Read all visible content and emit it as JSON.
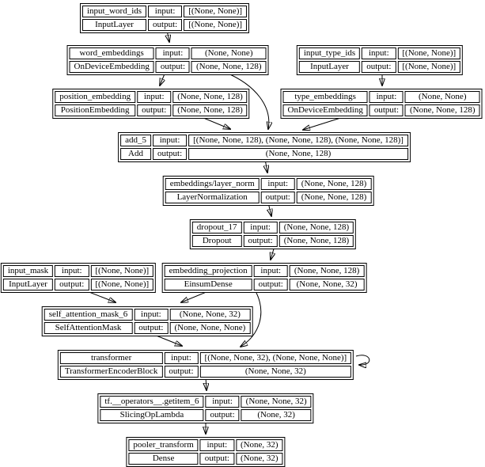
{
  "diagram_type": "keras-model-architecture",
  "colors": {
    "background": "#ffffff",
    "node_fill": "#ffffff",
    "node_border": "#000000",
    "edge": "#000000",
    "text": "#000000"
  },
  "labels": {
    "input": "input:",
    "output": "output:"
  },
  "nodes": [
    {
      "name": "input_word_ids",
      "class": "InputLayer",
      "input_shape": "[(None, None)]",
      "output_shape": "[(None, None)]"
    },
    {
      "name": "word_embeddings",
      "class": "OnDeviceEmbedding",
      "input_shape": "(None, None)",
      "output_shape": "(None, None, 128)"
    },
    {
      "name": "input_type_ids",
      "class": "InputLayer",
      "input_shape": "[(None, None)]",
      "output_shape": "[(None, None)]"
    },
    {
      "name": "position_embedding",
      "class": "PositionEmbedding",
      "input_shape": "(None, None, 128)",
      "output_shape": "(None, None, 128)"
    },
    {
      "name": "type_embeddings",
      "class": "OnDeviceEmbedding",
      "input_shape": "(None, None)",
      "output_shape": "(None, None, 128)"
    },
    {
      "name": "add_5",
      "class": "Add",
      "input_shape": "[(None, None, 128), (None, None, 128), (None, None, 128)]",
      "output_shape": "(None, None, 128)"
    },
    {
      "name": "embeddings/layer_norm",
      "class": "LayerNormalization",
      "input_shape": "(None, None, 128)",
      "output_shape": "(None, None, 128)"
    },
    {
      "name": "dropout_17",
      "class": "Dropout",
      "input_shape": "(None, None, 128)",
      "output_shape": "(None, None, 128)"
    },
    {
      "name": "input_mask",
      "class": "InputLayer",
      "input_shape": "[(None, None)]",
      "output_shape": "[(None, None)]"
    },
    {
      "name": "embedding_projection",
      "class": "EinsumDense",
      "input_shape": "(None, None, 128)",
      "output_shape": "(None, None, 32)"
    },
    {
      "name": "self_attention_mask_6",
      "class": "SelfAttentionMask",
      "input_shape": "(None, None, 32)",
      "output_shape": "(None, None, None)"
    },
    {
      "name": "transformer",
      "class": "TransformerEncoderBlock",
      "input_shape": "[(None, None, 32), (None, None, None)]",
      "output_shape": "(None, None, 32)"
    },
    {
      "name": "tf.__operators__.getitem_6",
      "class": "SlicingOpLambda",
      "input_shape": "(None, None, 32)",
      "output_shape": "(None, 32)"
    },
    {
      "name": "pooler_transform",
      "class": "Dense",
      "input_shape": "(None, 32)",
      "output_shape": "(None, 32)"
    }
  ],
  "edges": [
    {
      "from": "input_word_ids",
      "to": "word_embeddings"
    },
    {
      "from": "word_embeddings",
      "to": "position_embedding"
    },
    {
      "from": "word_embeddings",
      "to": "add_5"
    },
    {
      "from": "input_type_ids",
      "to": "type_embeddings"
    },
    {
      "from": "position_embedding",
      "to": "add_5"
    },
    {
      "from": "type_embeddings",
      "to": "add_5"
    },
    {
      "from": "add_5",
      "to": "embeddings/layer_norm"
    },
    {
      "from": "embeddings/layer_norm",
      "to": "dropout_17"
    },
    {
      "from": "dropout_17",
      "to": "embedding_projection"
    },
    {
      "from": "input_mask",
      "to": "self_attention_mask_6"
    },
    {
      "from": "embedding_projection",
      "to": "self_attention_mask_6"
    },
    {
      "from": "embedding_projection",
      "to": "transformer"
    },
    {
      "from": "self_attention_mask_6",
      "to": "transformer"
    },
    {
      "from": "transformer",
      "to": "transformer"
    },
    {
      "from": "transformer",
      "to": "tf.__operators__.getitem_6"
    },
    {
      "from": "tf.__operators__.getitem_6",
      "to": "pooler_transform"
    }
  ]
}
